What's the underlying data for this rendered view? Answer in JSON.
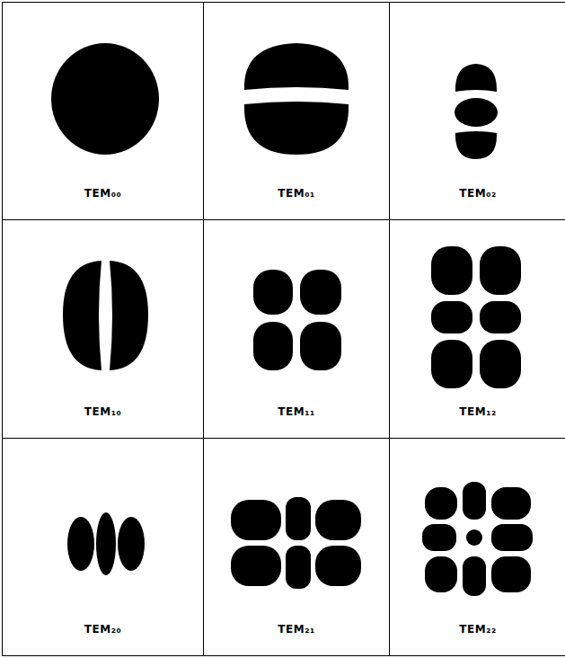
{
  "diagram": {
    "nodes": [
      {
        "text": [
          "TEM₀₀"
        ]
      },
      {
        "text": [
          "TEM₀₁"
        ]
      },
      {
        "text": [
          "TEM₀₂"
        ]
      },
      {
        "text": [
          "TEM₁₀"
        ]
      },
      {
        "text": [
          "TEM₁₁"
        ]
      },
      {
        "text": [
          "TEM₁₂"
        ]
      },
      {
        "text": [
          "TEM₂₀"
        ]
      },
      {
        "text": [
          "TEM₂₁"
        ]
      },
      {
        "text": [
          "TEM₂₂"
        ]
      }
    ]
  }
}
